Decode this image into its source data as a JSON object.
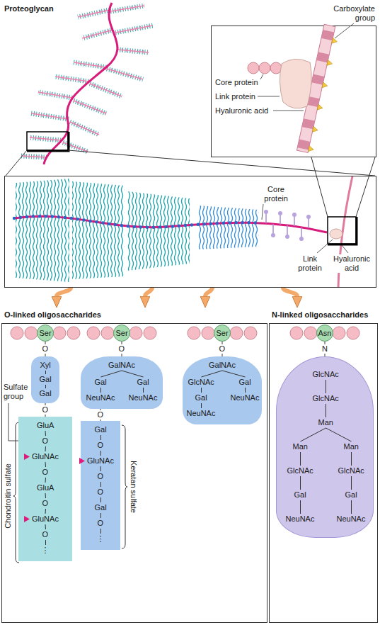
{
  "diagram": {
    "title": "Proteoglycan",
    "nodes": [
      {
        "text": [
          "Carboxylate group",
          "Core protein",
          "Link protein",
          "Hyaluronic acid"
        ]
      },
      {
        "text": [
          "Core protein",
          "Link protein",
          "Hyaluronic acid"
        ]
      },
      {
        "text": [
          "O-linked oligosaccharides"
        ]
      },
      {
        "text": [
          "Ser"
        ],
        "in": 2
      },
      {
        "text": [
          "Xyl",
          "Gal",
          "Gal"
        ],
        "in": 2
      },
      {
        "text": [
          "GluA",
          "O",
          "GluNAc",
          "O",
          "GluA",
          "O",
          "GluNAc",
          "O",
          "⋮"
        ],
        "in": 2
      },
      {
        "text": [
          "Ser"
        ],
        "in": 2
      },
      {
        "text": [
          "GalNAc",
          "Gal",
          "Gal",
          "NeuNAc",
          "NeuNAc"
        ],
        "in": 2
      },
      {
        "text": [
          "Gal",
          "O",
          "GluNAc",
          "O",
          "O",
          "Gal",
          "O",
          "⋮"
        ],
        "in": 2
      },
      {
        "text": [
          "Ser"
        ],
        "in": 2
      },
      {
        "text": [
          "GalNAc",
          "GlcNAc",
          "Gal",
          "Gal",
          "NeuNAc",
          "NeuNAc"
        ],
        "in": 2
      },
      {
        "text": [
          "N-linked oligosaccharides"
        ]
      },
      {
        "text": [
          "Asn"
        ],
        "in": 11
      },
      {
        "text": [
          "GlcNAc",
          "GlcNAc",
          "Man",
          "Man",
          "Man",
          "GlcNAc",
          "GlcNAc",
          "Gal",
          "Gal",
          "NeuNAc",
          "NeuNAc"
        ],
        "in": 11
      }
    ],
    "edges": [
      {
        "from": 3,
        "to": 4,
        "label": "O",
        "arrow": "none"
      },
      {
        "from": 4,
        "to": 5,
        "label": "O",
        "arrow": "none"
      },
      {
        "from": 6,
        "to": 7,
        "label": "O",
        "arrow": "none"
      },
      {
        "from": 7,
        "to": 8,
        "label": "O",
        "arrow": "none"
      },
      {
        "from": 9,
        "to": 10,
        "label": "O",
        "arrow": "none"
      },
      {
        "from": 12,
        "to": 13,
        "label": "N",
        "arrow": "none"
      },
      {
        "from": 1,
        "to": 2,
        "arrow": "to"
      },
      {
        "from": 1,
        "to": 2,
        "arrow": "to"
      },
      {
        "from": 1,
        "to": 2,
        "arrow": "to"
      },
      {
        "from": 1,
        "to": 11,
        "arrow": "to"
      }
    ],
    "labels": [
      "Sulfate group",
      "Chondroitin sulfate",
      "Keratan sulfate"
    ]
  }
}
